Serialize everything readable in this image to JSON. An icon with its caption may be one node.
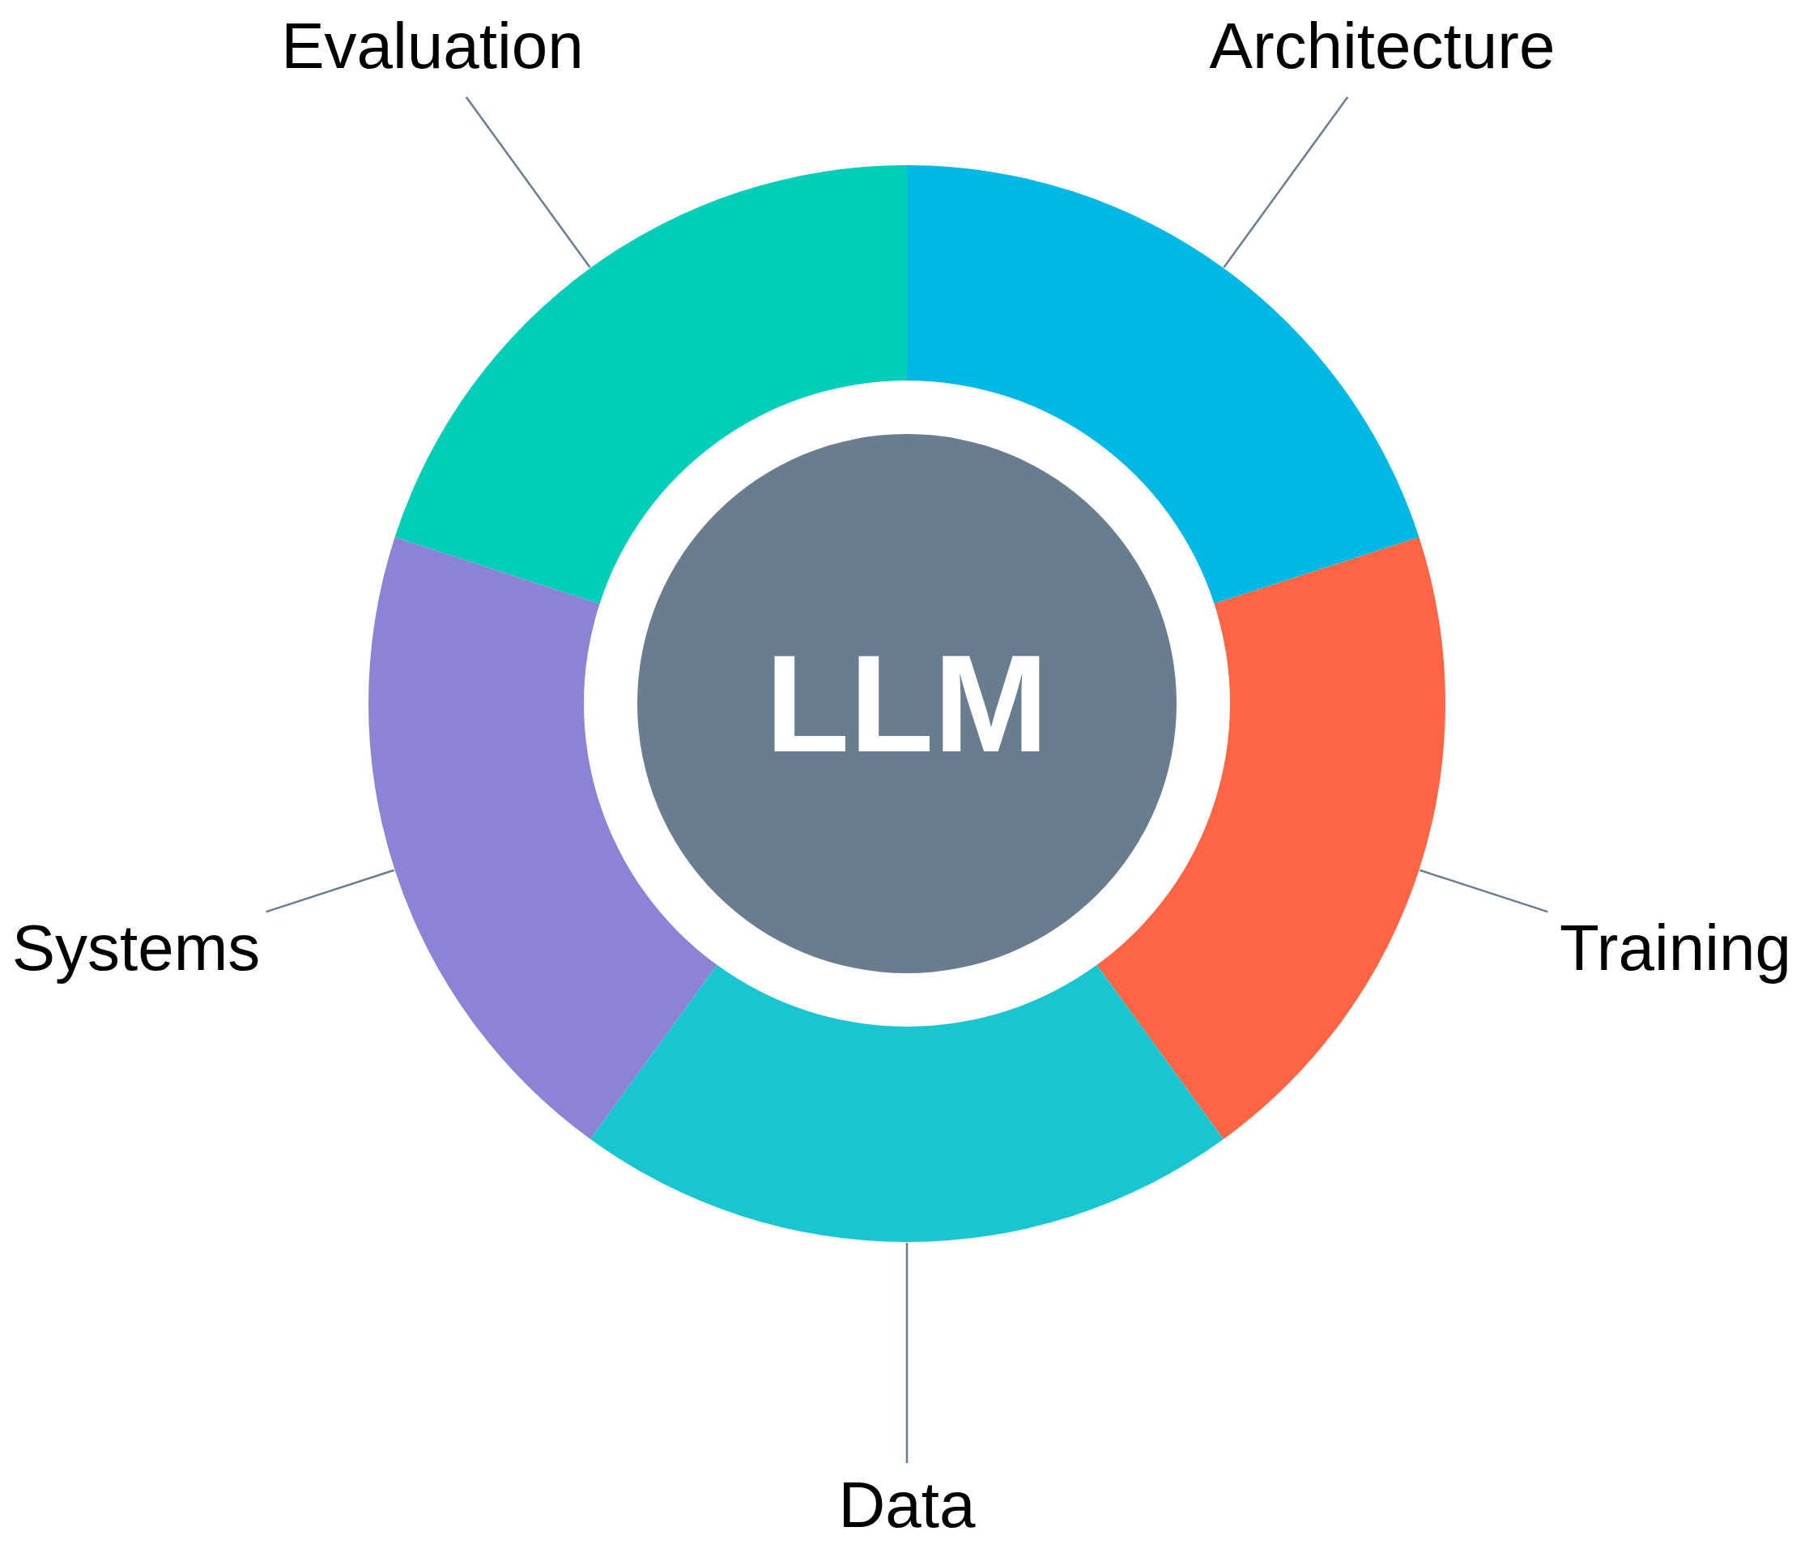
{
  "diagram": {
    "nodes": [
      {
        "text": [
          "Evaluation"
        ]
      },
      {
        "text": [
          "Architecture"
        ]
      },
      {
        "text": [
          "LLM"
        ]
      },
      {
        "text": [
          "Systems"
        ]
      },
      {
        "text": [
          "Training"
        ]
      },
      {
        "text": [
          "Data"
        ]
      },
      {
        "text": [],
        "shape": "arc"
      },
      {
        "text": [],
        "shape": "arc"
      },
      {
        "text": [],
        "shape": "arc"
      },
      {
        "text": [],
        "shape": "arc"
      },
      {
        "text": [],
        "shape": "arc"
      }
    ],
    "edges": [
      {
        "from": 0,
        "to": 6,
        "arrow": "none"
      },
      {
        "from": 1,
        "to": 7,
        "arrow": "none"
      },
      {
        "from": 3,
        "to": 8,
        "arrow": "none"
      },
      {
        "from": 4,
        "to": 9,
        "arrow": "none"
      },
      {
        "from": 5,
        "to": 10,
        "arrow": "none"
      }
    ]
  }
}
